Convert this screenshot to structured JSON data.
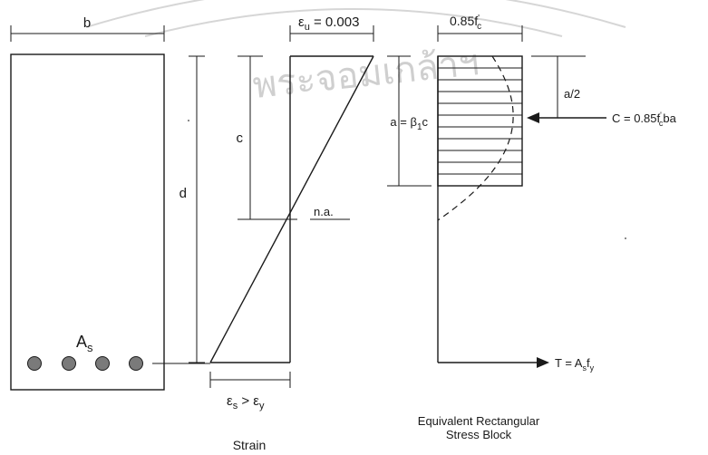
{
  "watermark": {
    "text": "พระจอมเกล้าฯ",
    "color": "#d0d0d0"
  },
  "section": {
    "width_label": "b",
    "depth_label": "d",
    "steel_label_main": "A",
    "steel_label_sub": "s",
    "bar_count": 4,
    "bar_color": "#7a7a7a"
  },
  "strain": {
    "top_label_main": "ε",
    "top_label_sub": "u",
    "top_label_value": " = 0.003",
    "neutral_depth_label": "c",
    "neutral_axis_label": "n.a.",
    "bottom_label_a": "ε",
    "bottom_label_a_sub": "s",
    "bottom_label_op": " > ε",
    "bottom_label_b_sub": "y",
    "caption": "Strain"
  },
  "stress_block": {
    "top_label_main": "0.85f",
    "top_label_prime": "'",
    "top_label_sub": "c",
    "depth_label_main": "a = β",
    "depth_label_sub": "1",
    "depth_label_tail": "c",
    "half_depth_label": "a/2",
    "compression_label_main": "C = 0.85f",
    "compression_label_prime": "'",
    "compression_label_sub": "c",
    "compression_label_tail": "ba",
    "tension_label_main": "T = A",
    "tension_label_sub": "s",
    "tension_label_f": "f",
    "tension_label_fsub": "y",
    "caption_line1": "Equivalent Rectangular",
    "caption_line2": "Stress Block"
  }
}
